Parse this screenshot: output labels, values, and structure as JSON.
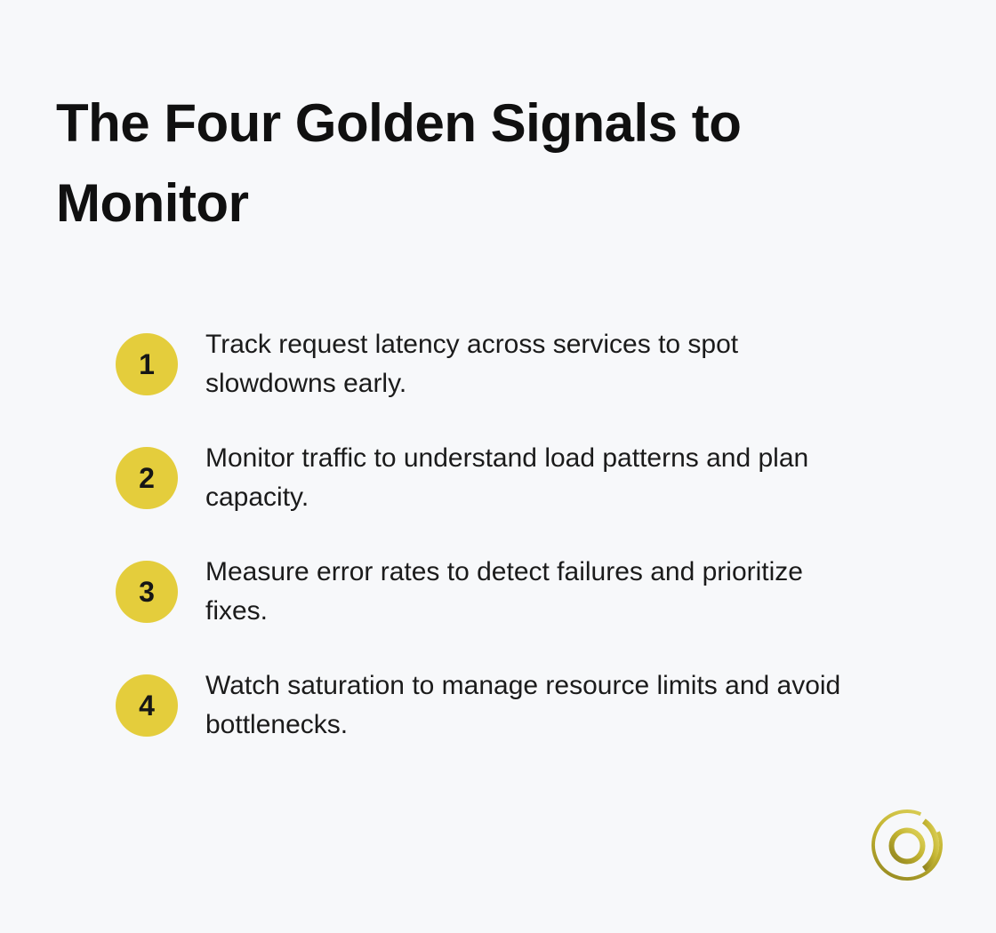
{
  "header": {
    "title": "The Four Golden Signals to Monitor"
  },
  "list": {
    "items": [
      {
        "number": "1",
        "lines": [
          "Track request latency across services to spot",
          "slowdowns early."
        ]
      },
      {
        "number": "2",
        "lines": [
          "Monitor traffic to understand load patterns and plan",
          "capacity."
        ]
      },
      {
        "number": "3",
        "lines": [
          "Measure error rates to detect failures and prioritize",
          "fixes."
        ]
      },
      {
        "number": "4",
        "lines": [
          "Watch saturation to manage resource limits and avoid",
          "bottlenecks."
        ]
      }
    ]
  },
  "branding": {
    "logo_icon": "cq-gold-monogram"
  },
  "colors": {
    "background": "#f7f8fa",
    "title_text": "#101010",
    "body_text": "#1b1b1b",
    "badge_fill": "#e4cd3c",
    "badge_number": "#161616",
    "logo_gold_dark": "#8f831f",
    "logo_gold_light": "#e0d45e"
  }
}
